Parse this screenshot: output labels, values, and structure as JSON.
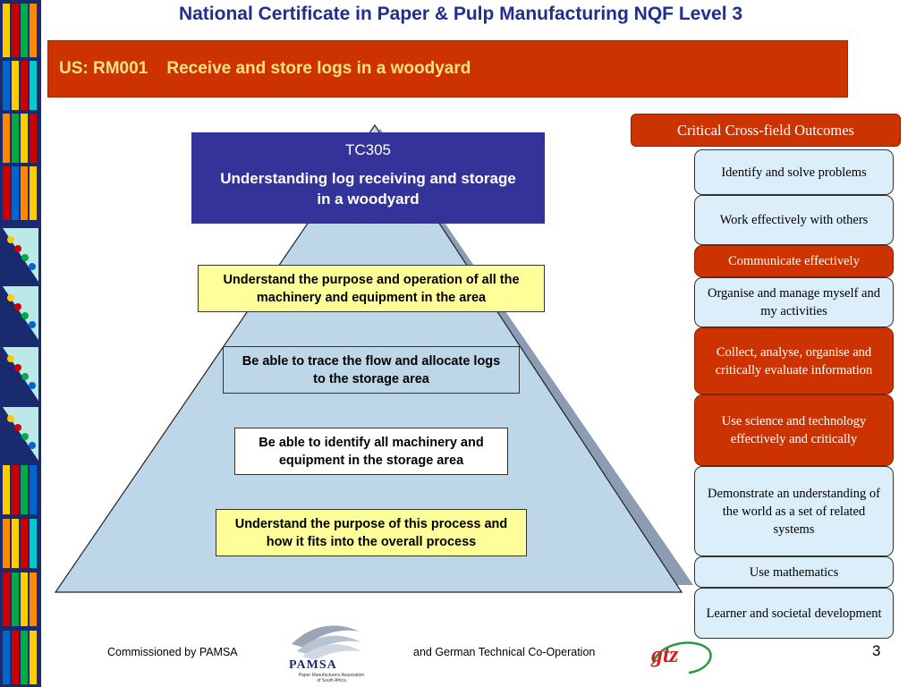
{
  "header": {
    "title": "National Certificate in Paper & Pulp Manufacturing NQF Level 3",
    "unit_standard": "US: RM001    Receive and store logs in a woodyard"
  },
  "pyramid": {
    "top": {
      "code": "TC305",
      "name": "Understanding log receiving and storage in a woodyard"
    },
    "levels": [
      "Understand the purpose and operation of all the machinery and equipment in the area",
      "Be able to trace the flow and allocate logs to the storage area",
      "Be able to identify all machinery and equipment in the storage area",
      "Understand the purpose of this process and how it fits into the overall process"
    ]
  },
  "outcomes": {
    "header": "Critical Cross-field Outcomes",
    "items": [
      {
        "label": "Identify and solve problems",
        "highlight": false
      },
      {
        "label": "Work effectively with others",
        "highlight": false
      },
      {
        "label": "Communicate effectively",
        "highlight": true
      },
      {
        "label": "Organise and manage myself and my activities",
        "highlight": false
      },
      {
        "label": "Collect, analyse, organise and critically evaluate information",
        "highlight": true
      },
      {
        "label": "Use science and technology effectively and critically",
        "highlight": true
      },
      {
        "label": "Demonstrate an understanding of the world as a set of related systems",
        "highlight": false
      },
      {
        "label": "Use mathematics",
        "highlight": false
      },
      {
        "label": "Learner and societal development",
        "highlight": false
      }
    ]
  },
  "footer": {
    "commissioned": "Commissioned by PAMSA",
    "cooperation": "and German Technical Co-Operation",
    "page_number": "3",
    "pamsa_logo_text": "PAMSA",
    "pamsa_logo_sub": "Paper Manufacturers Association of South Africa",
    "gtz_logo_text": "gtz"
  },
  "colors": {
    "title_blue": "#1f2f8f",
    "banner_red": "#cc3300",
    "banner_text": "#ffe08a",
    "pyramid_fill": "#bdd6e8",
    "top_box": "#333399",
    "highlight_box": "#ffff99"
  }
}
